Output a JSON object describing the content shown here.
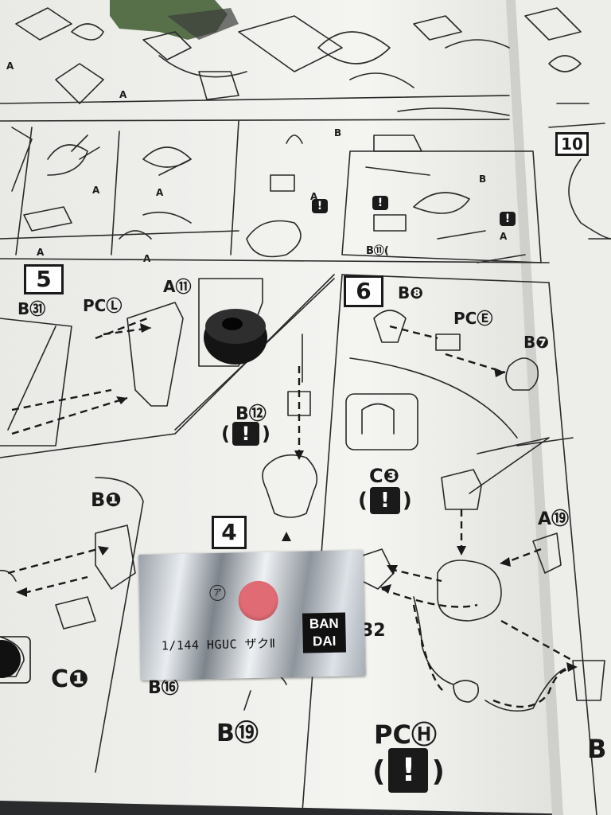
{
  "photo": {
    "subject": "Gunpla assembly manual page with a foil sticker",
    "colors": {
      "paper": "#f2f2ef",
      "ink": "#1a1a1a",
      "table": "#2a2b2d",
      "sticker_dot": "#e06b74",
      "sticker_foil": "#c7cdd3",
      "model_part_green": "#58704a"
    }
  },
  "manual": {
    "steps": {
      "step5": "5",
      "step6": "6",
      "step10": "10",
      "sub4": "4"
    },
    "top_labels": {
      "a1": "A",
      "a2": "A",
      "a3": "A",
      "a4": "A",
      "a5": "A",
      "a6": "A",
      "a7": "A",
      "a8": "A",
      "b1": "B",
      "b2": "B",
      "b11": "B⑪("
    },
    "step5_labels": {
      "b31": "B㉛",
      "pcl": "PCⓁ",
      "a11": "A⑪",
      "b12": "B⑫",
      "b1": "B❶",
      "c1": "C❶",
      "b16": "B⑯",
      "b19": "B⑲"
    },
    "step6_labels": {
      "b8": "B❽",
      "pce": "PCⒺ",
      "b7": "B❼",
      "c3": "C❸",
      "a19": "A⑲",
      "n32": "32",
      "pch": "PCⒽ",
      "b_edge": "B"
    },
    "warning": "!"
  },
  "sticker": {
    "kana": "ア",
    "name": "1/144 HGUC ザクⅡ",
    "logo_top": "BAN",
    "logo_bottom": "DAI"
  }
}
